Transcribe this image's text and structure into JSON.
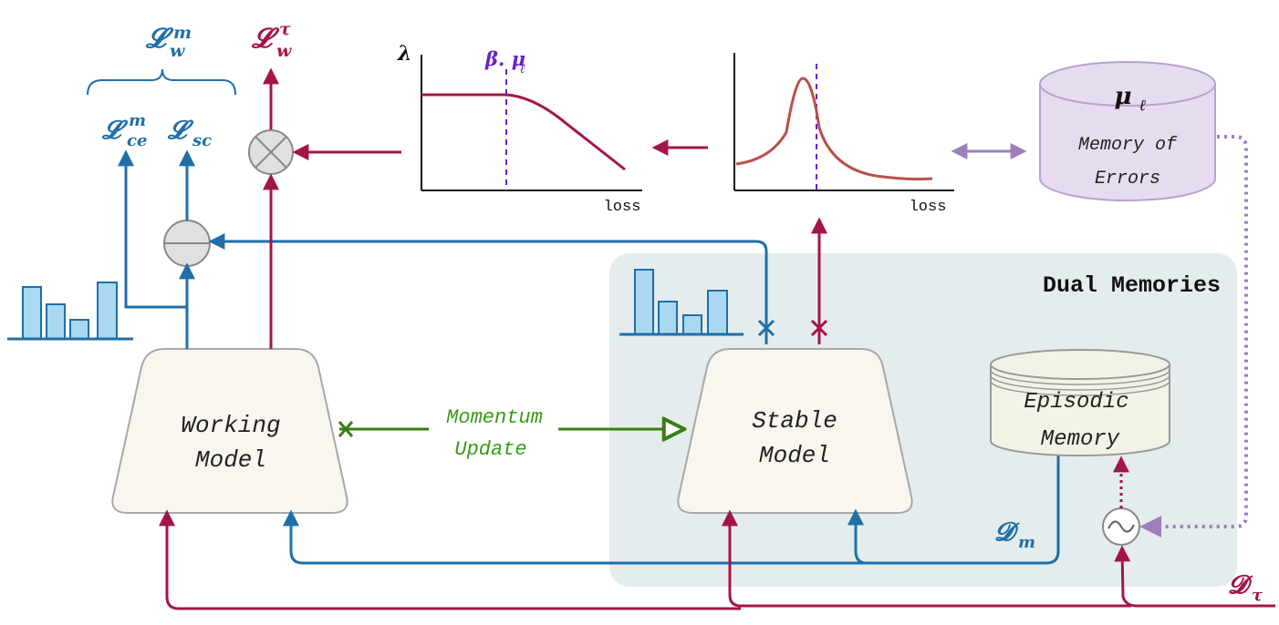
{
  "colors": {
    "blue": "#1f6fa8",
    "red": "#a3154a",
    "green": "#3a7d12",
    "purple": "#9d7fba",
    "dashed_purple": "#6a1fd1",
    "model_fill": "#f8f6ee",
    "dual_bg": "#e4eced",
    "bar_fill": "#a9d8f0",
    "curve": "#b9504c"
  },
  "loss_labels": {
    "lw_m_main": "𝓛",
    "lw_m_sup": "m",
    "lw_m_sub": "w",
    "lw_tau_main": "𝓛",
    "lw_tau_sup": "τ",
    "lw_tau_sub": "w",
    "lce_main": "𝓛",
    "lce_sup": "m",
    "lce_sub": "ce",
    "lsc_main": "𝓛",
    "lsc_sub": "sc"
  },
  "weight_plot": {
    "y_label": "λ",
    "x_label": "loss",
    "threshold_label": "β. μ",
    "threshold_sub": "ℓ"
  },
  "error_plot": {
    "x_label": "loss"
  },
  "memory_of_errors": {
    "symbol": "μ",
    "symbol_sub": "ℓ",
    "line1": "Memory of",
    "line2": "Errors"
  },
  "working_model": {
    "line1": "Working",
    "line2": "Model"
  },
  "stable_model": {
    "line1": "Stable",
    "line2": "Model"
  },
  "momentum": {
    "line1": "Momentum",
    "line2": "Update"
  },
  "dual_memories": {
    "title": "Dual Memories"
  },
  "episodic_memory": {
    "line1": "Episodic",
    "line2": "Memory"
  },
  "data_labels": {
    "dm_main": "𝓓",
    "dm_sub": "m",
    "dtau_main": "𝓓",
    "dtau_sub": "τ"
  },
  "operators": {
    "multiply": "⊗",
    "subtract": "⊖",
    "sample": "~"
  }
}
